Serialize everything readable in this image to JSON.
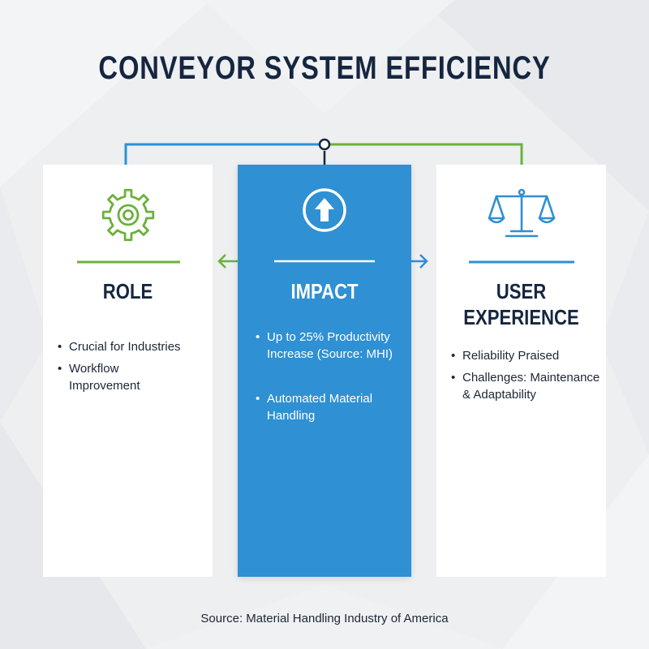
{
  "title": "CONVEYOR SYSTEM EFFICIENCY",
  "colors": {
    "navy": "#16263f",
    "green": "#6bb13c",
    "blue": "#2f90d3",
    "white": "#ffffff"
  },
  "panels": {
    "role": {
      "heading": "ROLE",
      "icon": "gear-icon",
      "bullets": [
        "Crucial for Industries",
        "Workflow Improvement"
      ]
    },
    "impact": {
      "heading": "IMPACT",
      "icon": "arrow-up-circle-icon",
      "bullets": [
        "Up to 25% Productivity Increase (Source: MHI)",
        "Automated Material Handling"
      ]
    },
    "user_experience": {
      "heading_line1": "USER",
      "heading_line2": "EXPERIENCE",
      "icon": "balance-scale-icon",
      "bullets": [
        "Reliability Praised",
        "Challenges: Maintenance & Adaptability"
      ]
    }
  },
  "source": "Source: Material Handling Industry of America"
}
